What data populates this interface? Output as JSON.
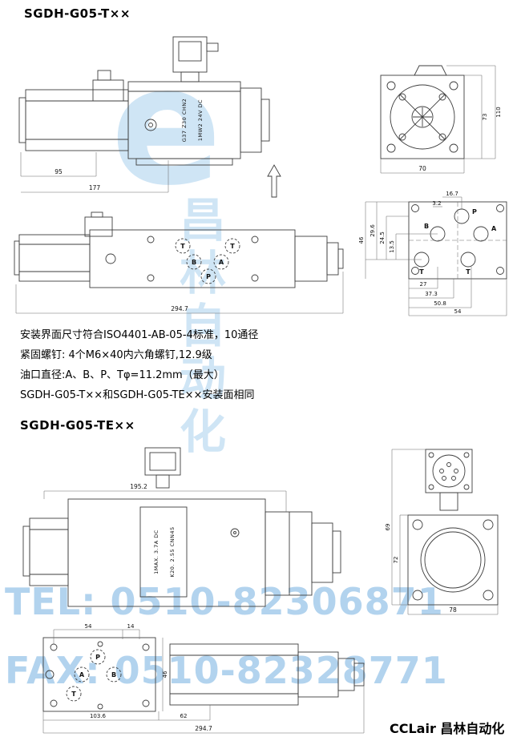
{
  "page": {
    "title1": "SGDH-G05-T××",
    "title2": "SGDH-G05-TE××",
    "footer": "CCLair 昌林自动化"
  },
  "watermark": {
    "logo_mark": "e",
    "logo_cn": "昌林自动化",
    "tel": "TEL: 0510-82306871",
    "fax": "FAX: 0510-82328771",
    "color": "#9fc9ea"
  },
  "notes": {
    "line1": "安装界面尺寸符合ISO4401-AB-05-4标准，10通径",
    "line2": "紧固螺钉:  4个M6×40内六角螺钉,12.9级",
    "line3": "油口直径:A、B、P、Tφ=11.2mm（最大）",
    "line4": "SGDH-G05-T××和SGDH-G05-TE××安装面相同"
  },
  "drawing_t_side": {
    "dim_coil": "95",
    "dim_total": "177",
    "plate_line1": "G37 Z30 CHN2",
    "plate_line2": "1MW2 24V DC"
  },
  "drawing_t_end": {
    "dim_width": "70",
    "dim_height_outer": "110",
    "dim_height_inner": "73"
  },
  "drawing_t_top": {
    "dim_total": "294.7",
    "port_t1": "T",
    "port_b": "B",
    "port_a": "A",
    "port_t2": "T",
    "port_p": "P"
  },
  "drawing_t_face": {
    "port_p": "P",
    "port_b": "B",
    "port_a": "A",
    "port_t1": "T",
    "port_t2": "T",
    "dim_16_7": "16.7",
    "dim_3_2": "3.2",
    "dim_46": "46",
    "dim_29_6": "29.6",
    "dim_24_5": "24.5",
    "dim_13_5": "13.5",
    "dim_27": "27",
    "dim_37_3": "37.3",
    "dim_50_8": "50.8",
    "dim_54": "54"
  },
  "drawing_te_side": {
    "dim_total": "195.2",
    "plate_line1": "1MAX. 3.7A DC",
    "plate_line2": "K20. 2.55 CNN45"
  },
  "drawing_te_end": {
    "dim_height_outer": "69",
    "dim_height_inner": "72",
    "dim_width": "78"
  },
  "drawing_te_top": {
    "dim_54": "54",
    "dim_14": "14",
    "dim_46": "46",
    "dim_103_6": "103.6",
    "dim_62": "62",
    "dim_total": "294.7",
    "port_p": "P",
    "port_a": "A",
    "port_b": "B",
    "port_t": "T"
  }
}
